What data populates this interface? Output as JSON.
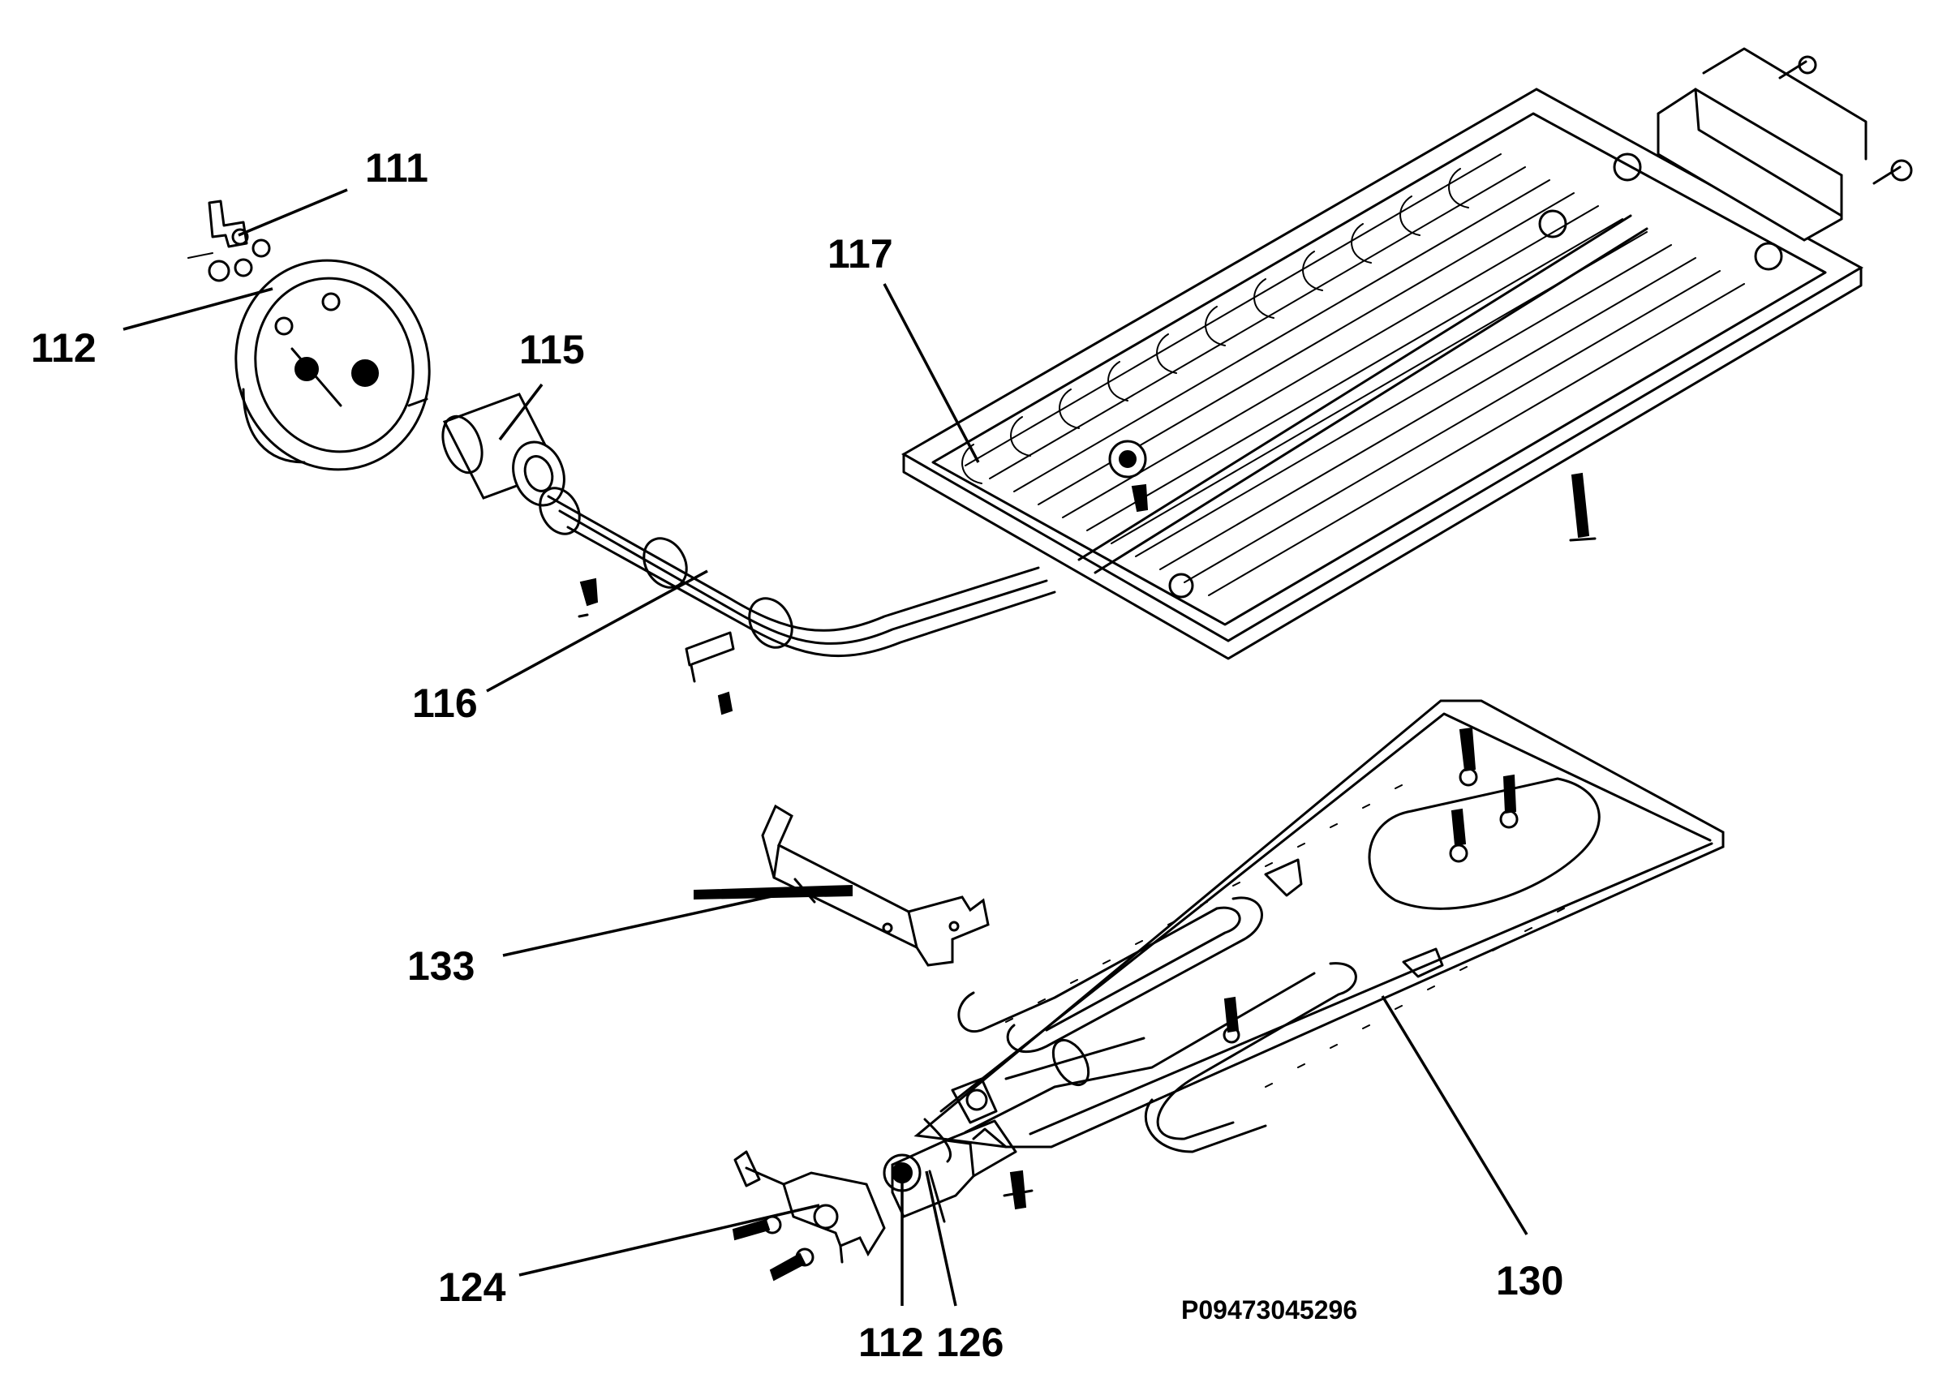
{
  "diagram": {
    "drawing_code": "P09473045296",
    "callouts": [
      {
        "id": "c111",
        "label": "111"
      },
      {
        "id": "c112a",
        "label": "112"
      },
      {
        "id": "c115",
        "label": "115"
      },
      {
        "id": "c116",
        "label": "116"
      },
      {
        "id": "c117",
        "label": "117"
      },
      {
        "id": "c133",
        "label": "133"
      },
      {
        "id": "c124",
        "label": "124"
      },
      {
        "id": "c112b",
        "label": "112"
      },
      {
        "id": "c126",
        "label": "126"
      },
      {
        "id": "c130",
        "label": "130"
      }
    ]
  }
}
